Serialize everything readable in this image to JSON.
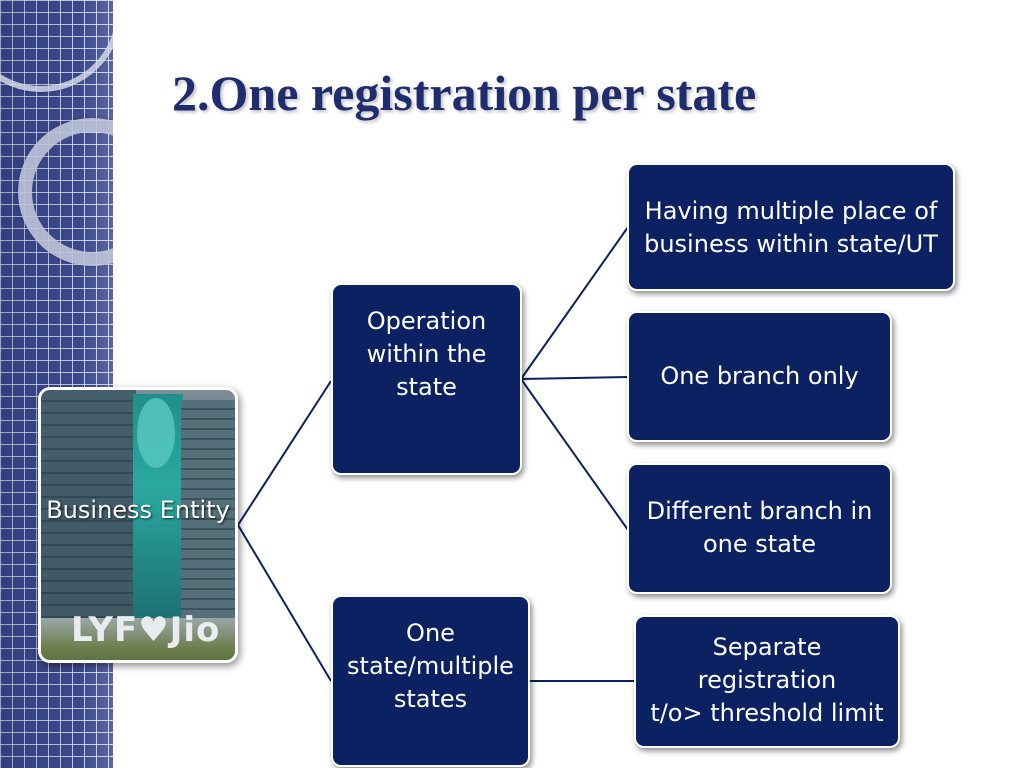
{
  "slide": {
    "title": "2.One registration per state"
  },
  "diagram": {
    "root": {
      "lines": [
        "Business",
        "Entity"
      ],
      "image_text": "LYF♥Jio"
    },
    "branch_operation": {
      "lines": [
        "Operation",
        "within the",
        "state"
      ]
    },
    "branch_one_state": {
      "lines": [
        "One",
        "state/multiple",
        "states"
      ]
    },
    "leaf_multiple_places": {
      "lines": [
        "Having multiple place of",
        "business within state/UT"
      ]
    },
    "leaf_one_branch": {
      "lines": [
        "One branch only"
      ]
    },
    "leaf_different_branch": {
      "lines": [
        "Different branch in",
        "one state"
      ]
    },
    "leaf_separate_registration": {
      "lines": [
        "Separate",
        "registration",
        "t/o> threshold limit"
      ]
    }
  },
  "colors": {
    "node_fill": "#0b2161",
    "title": "#1f2d6e",
    "connector": "#0b2161",
    "strip": "#3d4b8f"
  }
}
